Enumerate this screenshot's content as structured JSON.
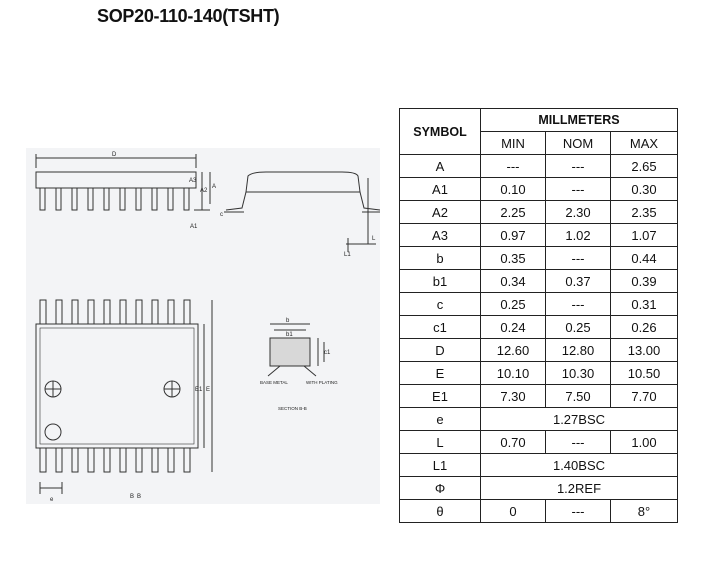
{
  "document": {
    "title": "SOP20-110-140(TSHT)"
  },
  "drawing": {
    "labels": {
      "D": "D",
      "A3": "A3",
      "A2": "A2",
      "A": "A",
      "A1": "A1",
      "c": "c",
      "L": "L",
      "L1": "L1",
      "b": "b",
      "b1": "b1",
      "c1": "c1",
      "E1": "E1",
      "E": "E",
      "e": "e",
      "B": "B",
      "base_metal": "BASE METAL",
      "with_plating": "WITH PLATING",
      "section": "SECTION B-B"
    }
  },
  "table": {
    "symbol_header": "SYMBOL",
    "group_header": "MILLMETERS",
    "col_headers": [
      "MIN",
      "NOM",
      "MAX"
    ],
    "rows": [
      {
        "symbol": "A",
        "min": "---",
        "nom": "---",
        "max": "2.65"
      },
      {
        "symbol": "A1",
        "min": "0.10",
        "nom": "---",
        "max": "0.30"
      },
      {
        "symbol": "A2",
        "min": "2.25",
        "nom": "2.30",
        "max": "2.35"
      },
      {
        "symbol": "A3",
        "min": "0.97",
        "nom": "1.02",
        "max": "1.07"
      },
      {
        "symbol": "b",
        "min": "0.35",
        "nom": "---",
        "max": "0.44"
      },
      {
        "symbol": "b1",
        "min": "0.34",
        "nom": "0.37",
        "max": "0.39"
      },
      {
        "symbol": "c",
        "min": "0.25",
        "nom": "---",
        "max": "0.31"
      },
      {
        "symbol": "c1",
        "min": "0.24",
        "nom": "0.25",
        "max": "0.26"
      },
      {
        "symbol": "D",
        "min": "12.60",
        "nom": "12.80",
        "max": "13.00"
      },
      {
        "symbol": "E",
        "min": "10.10",
        "nom": "10.30",
        "max": "10.50"
      },
      {
        "symbol": "E1",
        "min": "7.30",
        "nom": "7.50",
        "max": "7.70"
      },
      {
        "symbol": "e",
        "span": "1.27BSC"
      },
      {
        "symbol": "L",
        "min": "0.70",
        "nom": "---",
        "max": "1.00"
      },
      {
        "symbol": "L1",
        "span": "1.40BSC"
      },
      {
        "symbol": "Φ",
        "span": "1.2REF"
      },
      {
        "symbol": "θ",
        "min": "0",
        "nom": "---",
        "max": "8°"
      }
    ]
  }
}
